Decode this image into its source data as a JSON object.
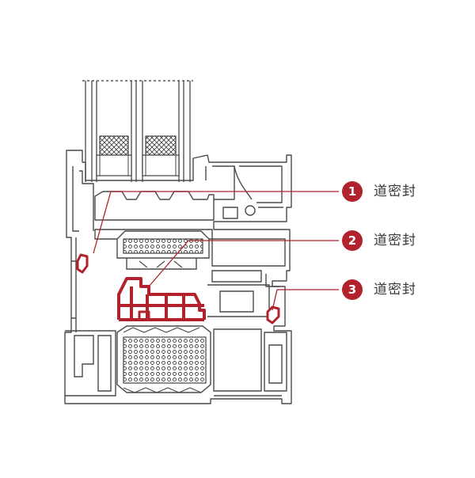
{
  "colors": {
    "accent": "#b2222d",
    "outline": "#4a4a4a",
    "glass_line": "#555555",
    "text": "#3a3a3a"
  },
  "callouts": [
    {
      "number": "1",
      "label": "道密封"
    },
    {
      "number": "2",
      "label": "道密封"
    },
    {
      "number": "3",
      "label": "道密封"
    }
  ]
}
